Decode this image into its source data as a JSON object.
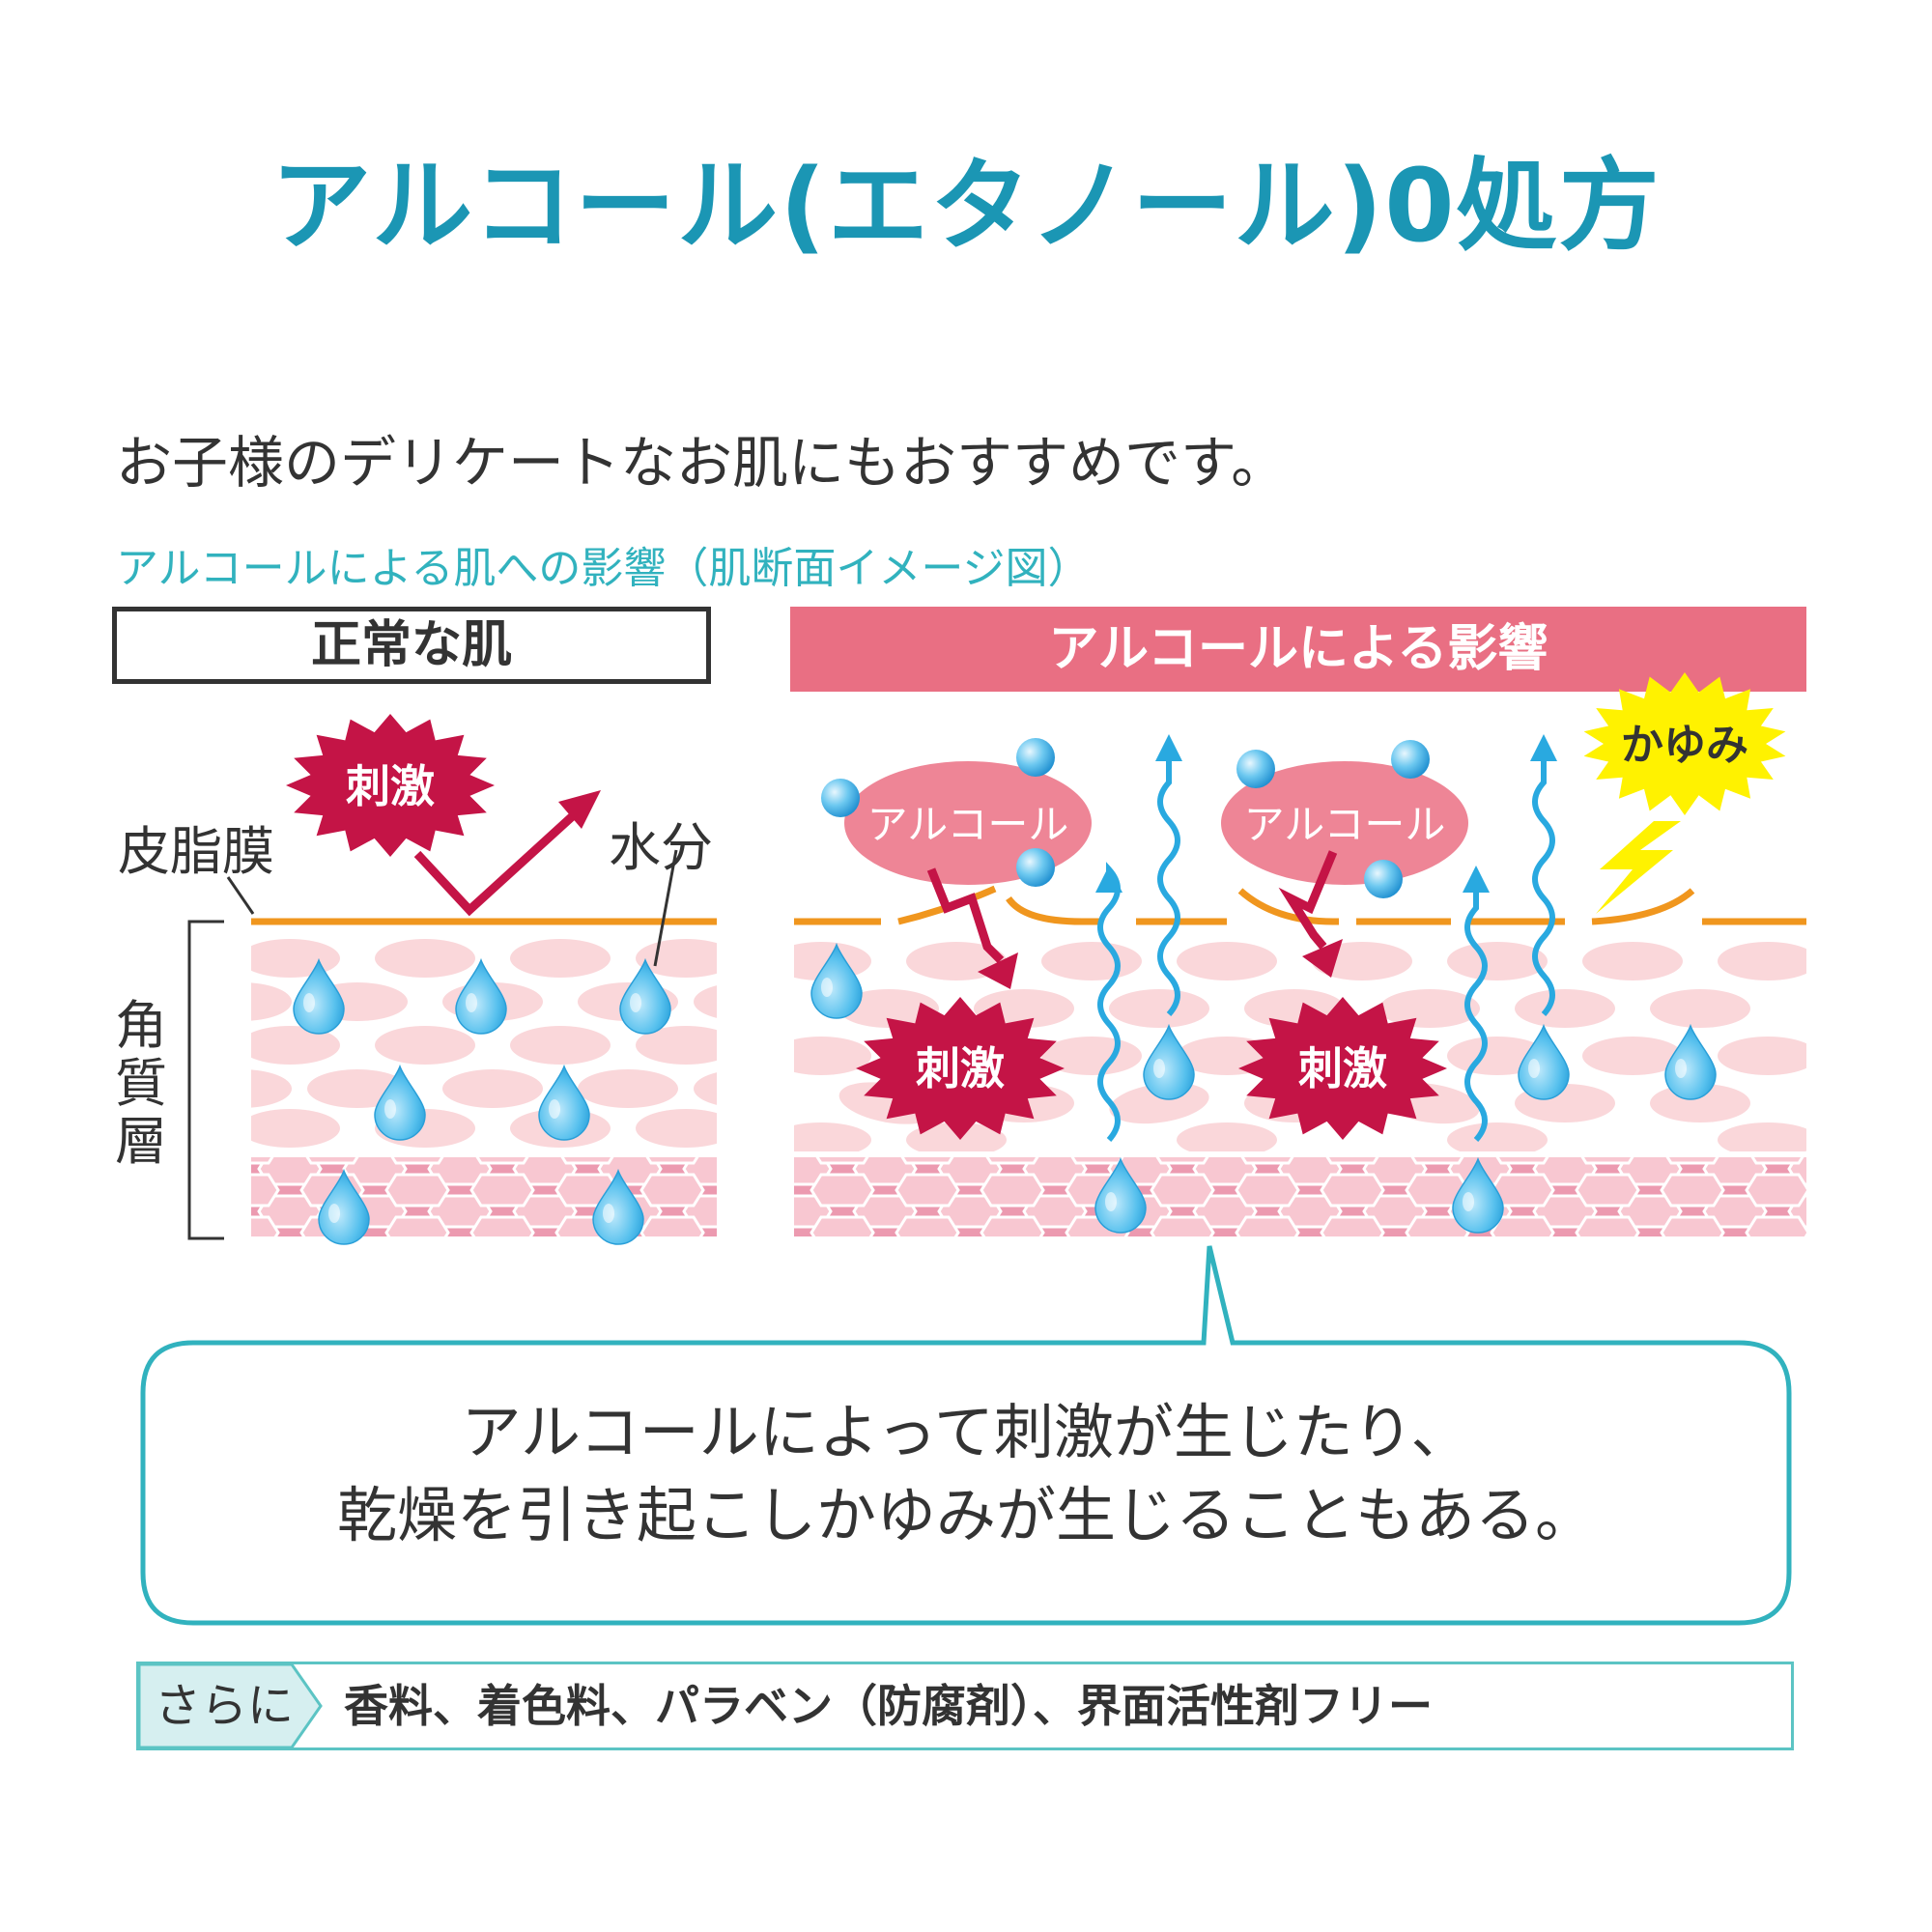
{
  "title": "アルコール(エタノール)0処方",
  "subtitle": "お子様のデリケートなお肌にもおすすめです。",
  "caption": "アルコールによる肌への影響（肌断面イメージ図）",
  "panels": {
    "normal": {
      "header": "正常な肌",
      "stimulus_badge": "刺激",
      "label_sebum": "皮脂膜",
      "label_moisture": "水分",
      "label_stratum": [
        "角",
        "質",
        "層"
      ]
    },
    "alcohol": {
      "header": "アルコールによる影響",
      "alcohol_label": "アルコール",
      "stimulus_badge": "刺激",
      "itch_badge": "かゆみ"
    }
  },
  "callout": {
    "lines": [
      "アルコールによって刺激が生じたり、",
      "乾燥を引き起こしかゆみが生じることもある。"
    ]
  },
  "bottom_bar": {
    "tag": "さらに",
    "text": "香料、着色料、パラベン（防腐剤）、界面活性剤フリー"
  },
  "colors": {
    "title": "#1b96b4",
    "caption": "#31b2be",
    "alcohol_header": "#e96f83",
    "sebum": "#f0961e",
    "stimulus": "#c41446",
    "water_drop": "#3fb4e6",
    "itch": "#fff200",
    "teal_border": "#31b2be"
  }
}
